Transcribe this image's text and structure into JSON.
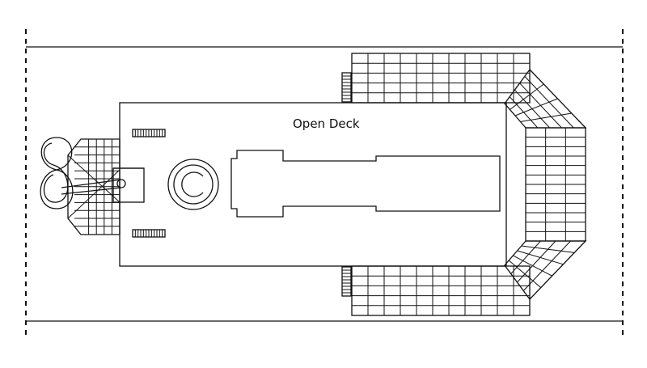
{
  "deck": {
    "label": "Open Deck",
    "logo_letter": "C",
    "left_emblem": "8"
  },
  "icons": {
    "logo": "circled-c-logo-icon",
    "emblem": "figure-eight-emblem-icon"
  },
  "colors": {
    "line": "#111111",
    "background": "#ffffff"
  }
}
